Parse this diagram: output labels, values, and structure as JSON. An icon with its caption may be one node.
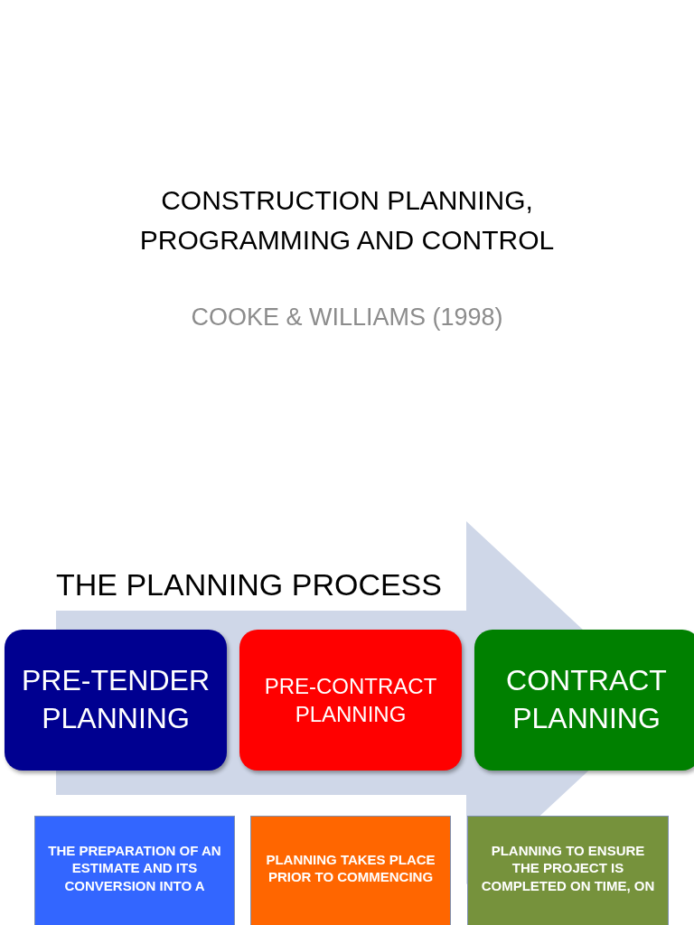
{
  "diagram": {
    "title": "CONSTRUCTION PLANNING, PROGRAMMING AND CONTROL",
    "nodes": [
      {
        "text": [
          "PRE-TENDER PLANNING"
        ]
      },
      {
        "text": [
          "PRE-CONTRACT PLANNING"
        ]
      },
      {
        "text": [
          "CONTRACT PLANNING"
        ]
      },
      {
        "text": [
          "THE PREPARATION OF AN ESTIMATE AND ITS CONVERSION INTO A"
        ]
      },
      {
        "text": [
          "PLANNING TAKES PLACE PRIOR TO COMMENCING"
        ]
      },
      {
        "text": [
          "PLANNING TO ENSURE THE PROJECT IS COMPLETED ON TIME, ON"
        ]
      }
    ],
    "edges": [
      {
        "from": 0,
        "to": 2,
        "arrow": "to"
      }
    ],
    "labels": [
      "COOKE & WILLIAMS (1998)",
      "THE PLANNING PROCESS"
    ]
  }
}
